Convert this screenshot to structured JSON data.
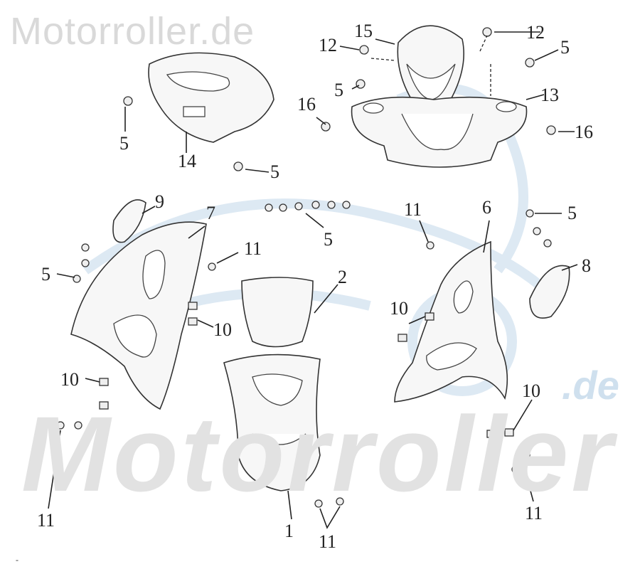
{
  "watermark": {
    "top": "Motorroller.de",
    "big": "Motorroller",
    "suffix": ".de"
  },
  "labels": {
    "l15": "15",
    "l12a": "12",
    "l12b": "12",
    "l5a": "5",
    "l5b": "5",
    "l13": "13",
    "l16a": "16",
    "l16b": "16",
    "l5c": "5",
    "l14": "14",
    "l5d": "5",
    "l9": "9",
    "l7": "7",
    "l5e": "5",
    "l11a": "11",
    "l5f": "5",
    "l2": "2",
    "l10a": "10",
    "l11b": "11",
    "l6": "6",
    "l5g": "5",
    "l8": "8",
    "l10b": "10",
    "l10c": "10",
    "l11c": "11",
    "l10d": "10",
    "l11d": "11",
    "l1": "1",
    "l11e": "11"
  },
  "footer_mark": "-",
  "colors": {
    "watermark_gray": "#d9d9d9",
    "watermark_blue": "#cfe0ee"
  }
}
